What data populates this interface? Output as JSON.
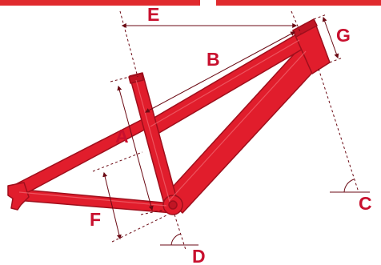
{
  "colors": {
    "frame_fill": "#e11d2c",
    "frame_stroke": "#9f0f1c",
    "label": "#c8102e",
    "dimension_line": "#6b0a14",
    "header_bar": "#e02a2e"
  },
  "labels": {
    "A": "A",
    "B": "B",
    "C": "C",
    "D": "D",
    "E": "E",
    "F": "F",
    "G": "G"
  }
}
